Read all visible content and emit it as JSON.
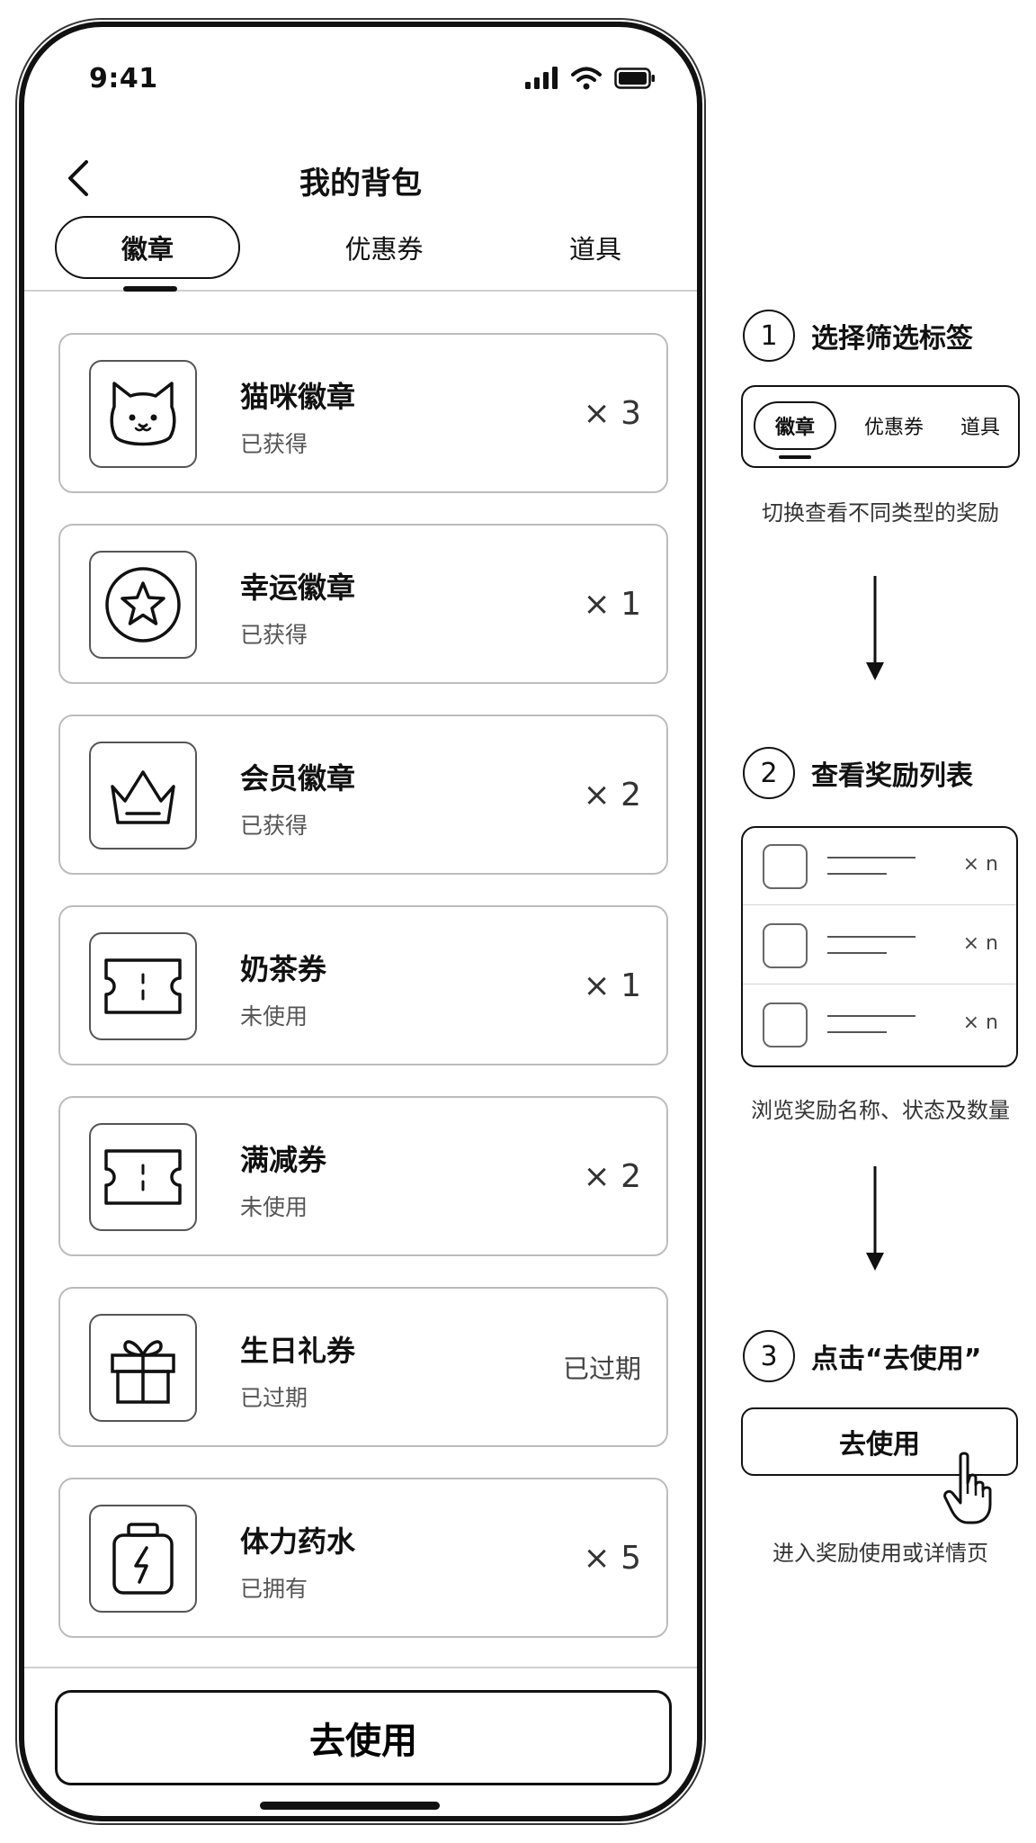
{
  "status_bar": {
    "time": "9:41"
  },
  "header": {
    "title": "我的背包"
  },
  "tabs": [
    {
      "label": "徽章",
      "active": true
    },
    {
      "label": "优惠券",
      "active": false
    },
    {
      "label": "道具",
      "active": false
    }
  ],
  "items": [
    {
      "name": "猫咪徽章",
      "status": "已获得",
      "quantity": "× 3",
      "icon": "cat-icon"
    },
    {
      "name": "幸运徽章",
      "status": "已获得",
      "quantity": "× 1",
      "icon": "star-icon"
    },
    {
      "name": "会员徽章",
      "status": "已获得",
      "quantity": "× 2",
      "icon": "crown-icon"
    },
    {
      "name": "奶茶券",
      "status": "未使用",
      "quantity": "× 1",
      "icon": "ticket-icon"
    },
    {
      "name": "满减券",
      "status": "未使用",
      "quantity": "× 2",
      "icon": "ticket-icon"
    },
    {
      "name": "生日礼券",
      "status": "已过期",
      "quantity": "已过期",
      "icon": "gift-icon"
    },
    {
      "name": "体力药水",
      "status": "已拥有",
      "quantity": "× 5",
      "icon": "potion-icon"
    }
  ],
  "footer": {
    "button_label": "去使用"
  },
  "guide": {
    "steps": [
      {
        "num": "1",
        "title": "选择筛选标签",
        "desc": "切换查看不同类型的奖励"
      },
      {
        "num": "2",
        "title": "查看奖励列表",
        "desc": "浏览奖励名称、状态及数量"
      },
      {
        "num": "3",
        "title": "点击“去使用”",
        "desc": "进入奖励使用或详情页"
      }
    ],
    "mini_tabs": [
      "徽章",
      "优惠券",
      "道具"
    ],
    "mini_rows": [
      {
        "quantity": "× n"
      },
      {
        "quantity": "× n"
      },
      {
        "quantity": "× n"
      }
    ],
    "mini_button_label": "去使用"
  },
  "colors": {
    "ink": "#111111",
    "border": "#bcbcbc",
    "muted": "#555555"
  }
}
